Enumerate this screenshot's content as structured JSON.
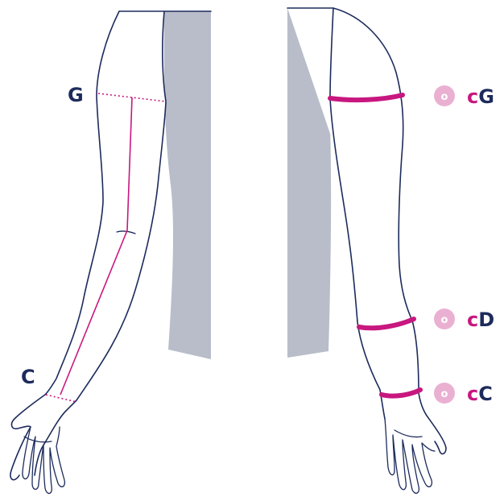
{
  "colors": {
    "outline": "#1d2b5c",
    "body_shadow": "#b8bdc9",
    "accent": "#c8177f",
    "badge_fill": "#eab0d2",
    "label_text": "#1d2b5c"
  },
  "left_arm": {
    "label_top": "G",
    "label_bottom": "C"
  },
  "right_arm": {
    "measurements": [
      {
        "badge": "o",
        "prefix": "c",
        "letter": "G"
      },
      {
        "badge": "o",
        "prefix": "c",
        "letter": "D"
      },
      {
        "badge": "o",
        "prefix": "c",
        "letter": "C"
      }
    ]
  }
}
